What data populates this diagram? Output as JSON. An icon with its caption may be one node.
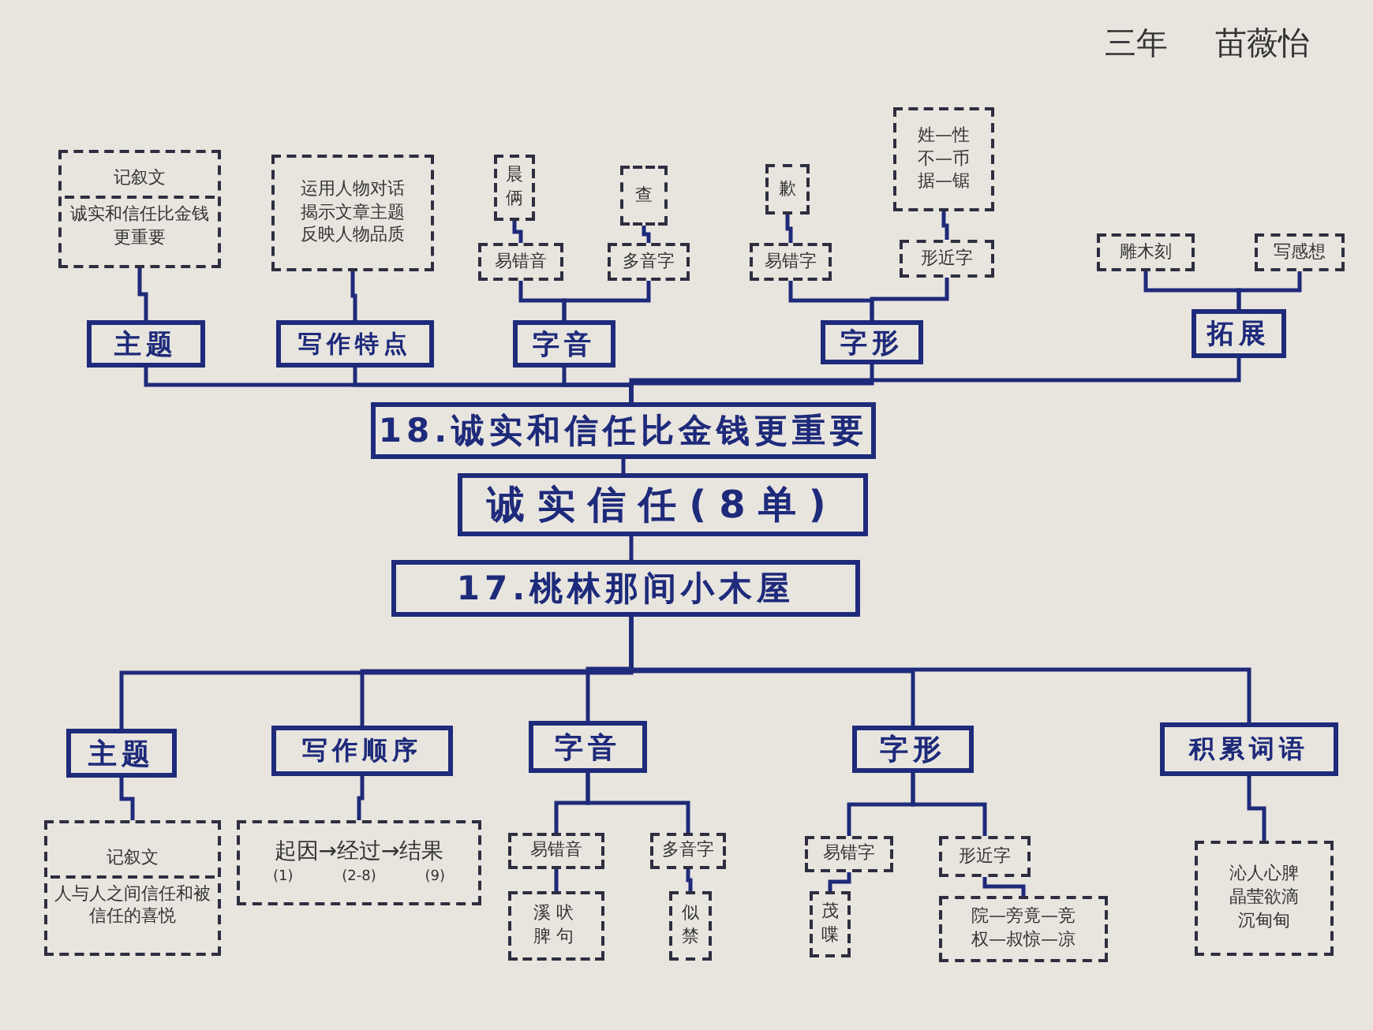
{
  "diagram": {
    "nodes": [
      {
        "text": [
          "18.诚实和信任比金钱更重要"
        ]
      },
      {
        "text": [
          "诚实信任(8单)"
        ]
      },
      {
        "text": [
          "17.桃林那间小木屋"
        ]
      },
      {
        "text": [
          "主题"
        ]
      },
      {
        "text": [
          "记叙文",
          "诚实和信任比金钱更重要"
        ]
      },
      {
        "text": [
          "写作特点"
        ]
      },
      {
        "text": [
          "运用人物对话揭示文章主题反映人物品质"
        ]
      },
      {
        "text": [
          "字音"
        ]
      },
      {
        "text": [
          "易错音"
        ]
      },
      {
        "text": [
          "晨俩"
        ]
      },
      {
        "text": [
          "多音字"
        ]
      },
      {
        "text": [
          "查"
        ]
      },
      {
        "text": [
          "字形"
        ]
      },
      {
        "text": [
          "易错字"
        ]
      },
      {
        "text": [
          "歉"
        ]
      },
      {
        "text": [
          "形近字"
        ]
      },
      {
        "text": [
          "姓—性不—币据—锯"
        ]
      },
      {
        "text": [
          "拓展"
        ]
      },
      {
        "text": [
          "雕木刻"
        ]
      },
      {
        "text": [
          "写感想"
        ]
      },
      {
        "text": [
          "主题"
        ]
      },
      {
        "text": [
          "记叙文",
          "人与人之间信任和被信任的喜悦"
        ]
      },
      {
        "text": [
          "写作顺序"
        ]
      },
      {
        "text": [
          "起因→经过→结果",
          "(1) (2-8) (9)"
        ]
      },
      {
        "text": [
          "字音"
        ]
      },
      {
        "text": [
          "易错音"
        ]
      },
      {
        "text": [
          "溪吠脾句"
        ]
      },
      {
        "text": [
          "多音字"
        ]
      },
      {
        "text": [
          "似禁"
        ]
      },
      {
        "text": [
          "字形"
        ]
      },
      {
        "text": [
          "易错字"
        ]
      },
      {
        "text": [
          "茂喋"
        ]
      },
      {
        "text": [
          "形近字"
        ]
      },
      {
        "text": [
          "院—旁竟—竞权—叔惊—凉"
        ]
      },
      {
        "text": [
          "积累词语"
        ]
      },
      {
        "text": [
          "沁人心脾晶莹欲滴沉甸甸"
        ]
      }
    ],
    "edges": [
      {
        "from": 0,
        "to": 1,
        "arrow": "none"
      },
      {
        "from": 1,
        "to": 2,
        "arrow": "none"
      },
      {
        "from": 0,
        "to": 3,
        "arrow": "none"
      },
      {
        "from": 0,
        "to": 5,
        "arrow": "none"
      },
      {
        "from": 0,
        "to": 7,
        "arrow": "none"
      },
      {
        "from": 0,
        "to": 12,
        "arrow": "none"
      },
      {
        "from": 0,
        "to": 17,
        "arrow": "none"
      },
      {
        "from": 3,
        "to": 4,
        "arrow": "none"
      },
      {
        "from": 5,
        "to": 6,
        "arrow": "none"
      },
      {
        "from": 7,
        "to": 8,
        "arrow": "none"
      },
      {
        "from": 7,
        "to": 10,
        "arrow": "none"
      },
      {
        "from": 8,
        "to": 9,
        "arrow": "none"
      },
      {
        "from": 10,
        "to": 11,
        "arrow": "none"
      },
      {
        "from": 12,
        "to": 13,
        "arrow": "none"
      },
      {
        "from": 12,
        "to": 15,
        "arrow": "none"
      },
      {
        "from": 13,
        "to": 14,
        "arrow": "none"
      },
      {
        "from": 15,
        "to": 16,
        "arrow": "none"
      },
      {
        "from": 17,
        "to": 18,
        "arrow": "none"
      },
      {
        "from": 17,
        "to": 19,
        "arrow": "none"
      },
      {
        "from": 2,
        "to": 20,
        "arrow": "none"
      },
      {
        "from": 2,
        "to": 22,
        "arrow": "none"
      },
      {
        "from": 2,
        "to": 24,
        "arrow": "none"
      },
      {
        "from": 2,
        "to": 29,
        "arrow": "none"
      },
      {
        "from": 2,
        "to": 34,
        "arrow": "none"
      },
      {
        "from": 20,
        "to": 21,
        "arrow": "none"
      },
      {
        "from": 22,
        "to": 23,
        "arrow": "none"
      },
      {
        "from": 24,
        "to": 25,
        "arrow": "none"
      },
      {
        "from": 24,
        "to": 27,
        "arrow": "none"
      },
      {
        "from": 25,
        "to": 26,
        "arrow": "none"
      },
      {
        "from": 27,
        "to": 28,
        "arrow": "none"
      },
      {
        "from": 29,
        "to": 30,
        "arrow": "none"
      },
      {
        "from": 29,
        "to": 32,
        "arrow": "none"
      },
      {
        "from": 30,
        "to": 31,
        "arrow": "none"
      },
      {
        "from": 32,
        "to": 33,
        "arrow": "none"
      },
      {
        "from": 34,
        "to": 35,
        "arrow": "none"
      }
    ],
    "labels": [
      "三年",
      "苗薇怡"
    ]
  }
}
